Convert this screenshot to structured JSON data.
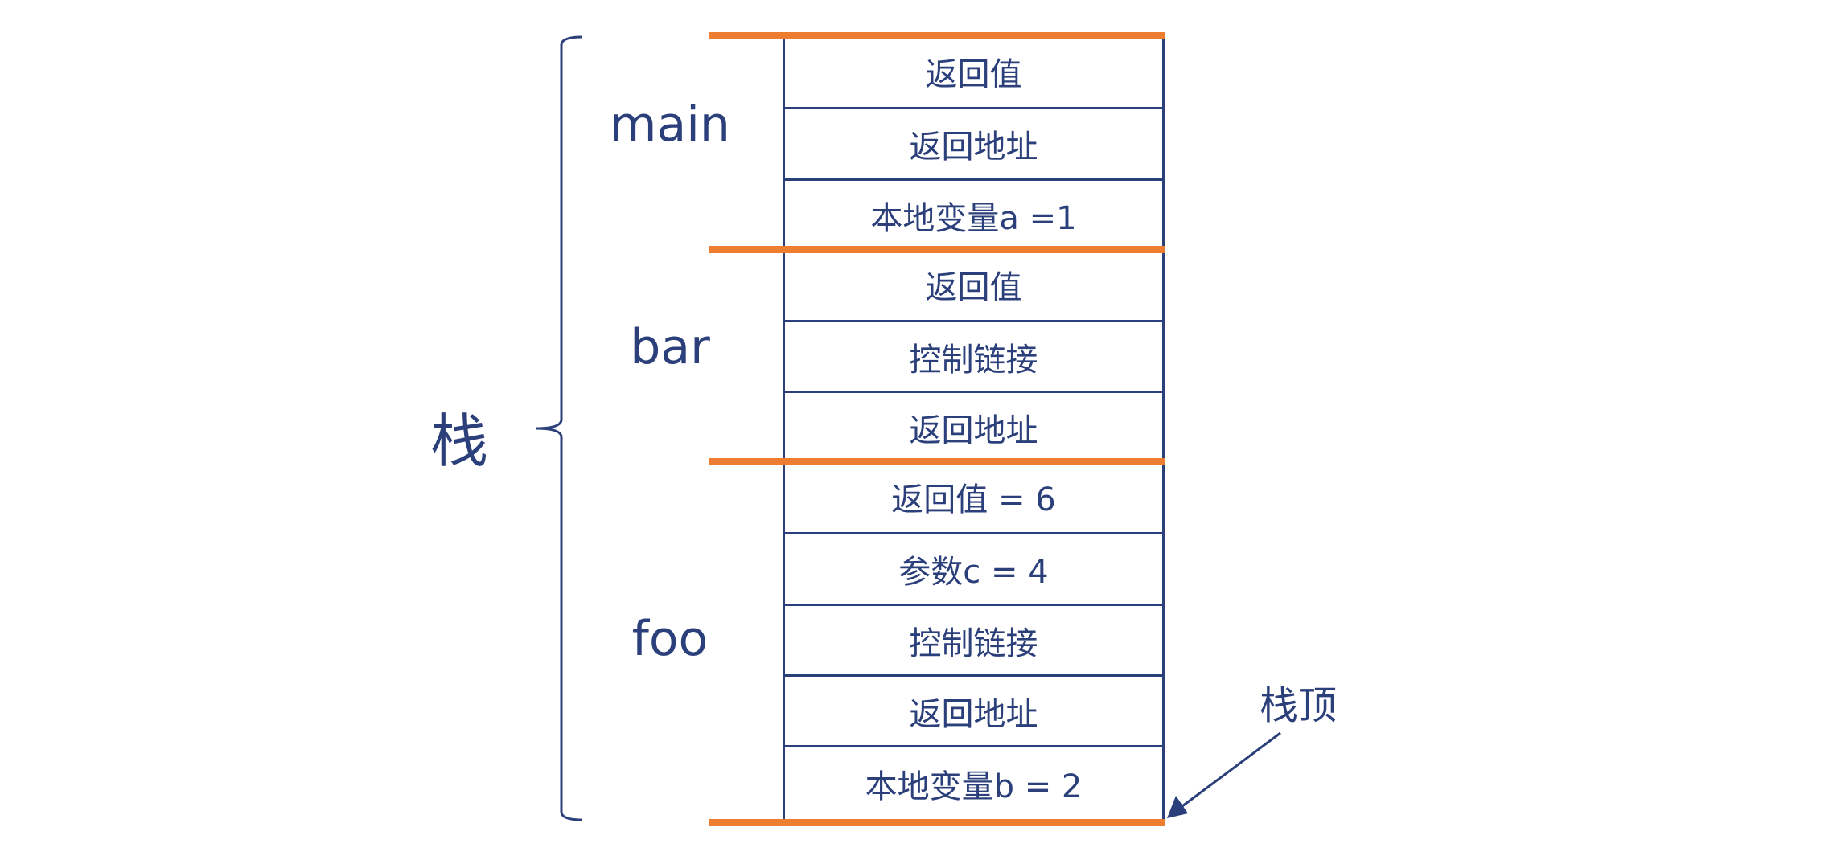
{
  "stack_label": "栈",
  "stack_top_label": "栈顶",
  "colors": {
    "line": "#2b3f7a",
    "frame_separator": "#ed7d31"
  },
  "frames": [
    {
      "name": "main",
      "cells": [
        "返回值",
        "返回地址",
        "本地变量a =1"
      ]
    },
    {
      "name": "bar",
      "cells": [
        "返回值",
        "控制链接",
        "返回地址"
      ]
    },
    {
      "name": "foo",
      "cells": [
        "返回值 = 6",
        "参数c = 4",
        "控制链接",
        "返回地址",
        "本地变量b = 2"
      ]
    }
  ]
}
